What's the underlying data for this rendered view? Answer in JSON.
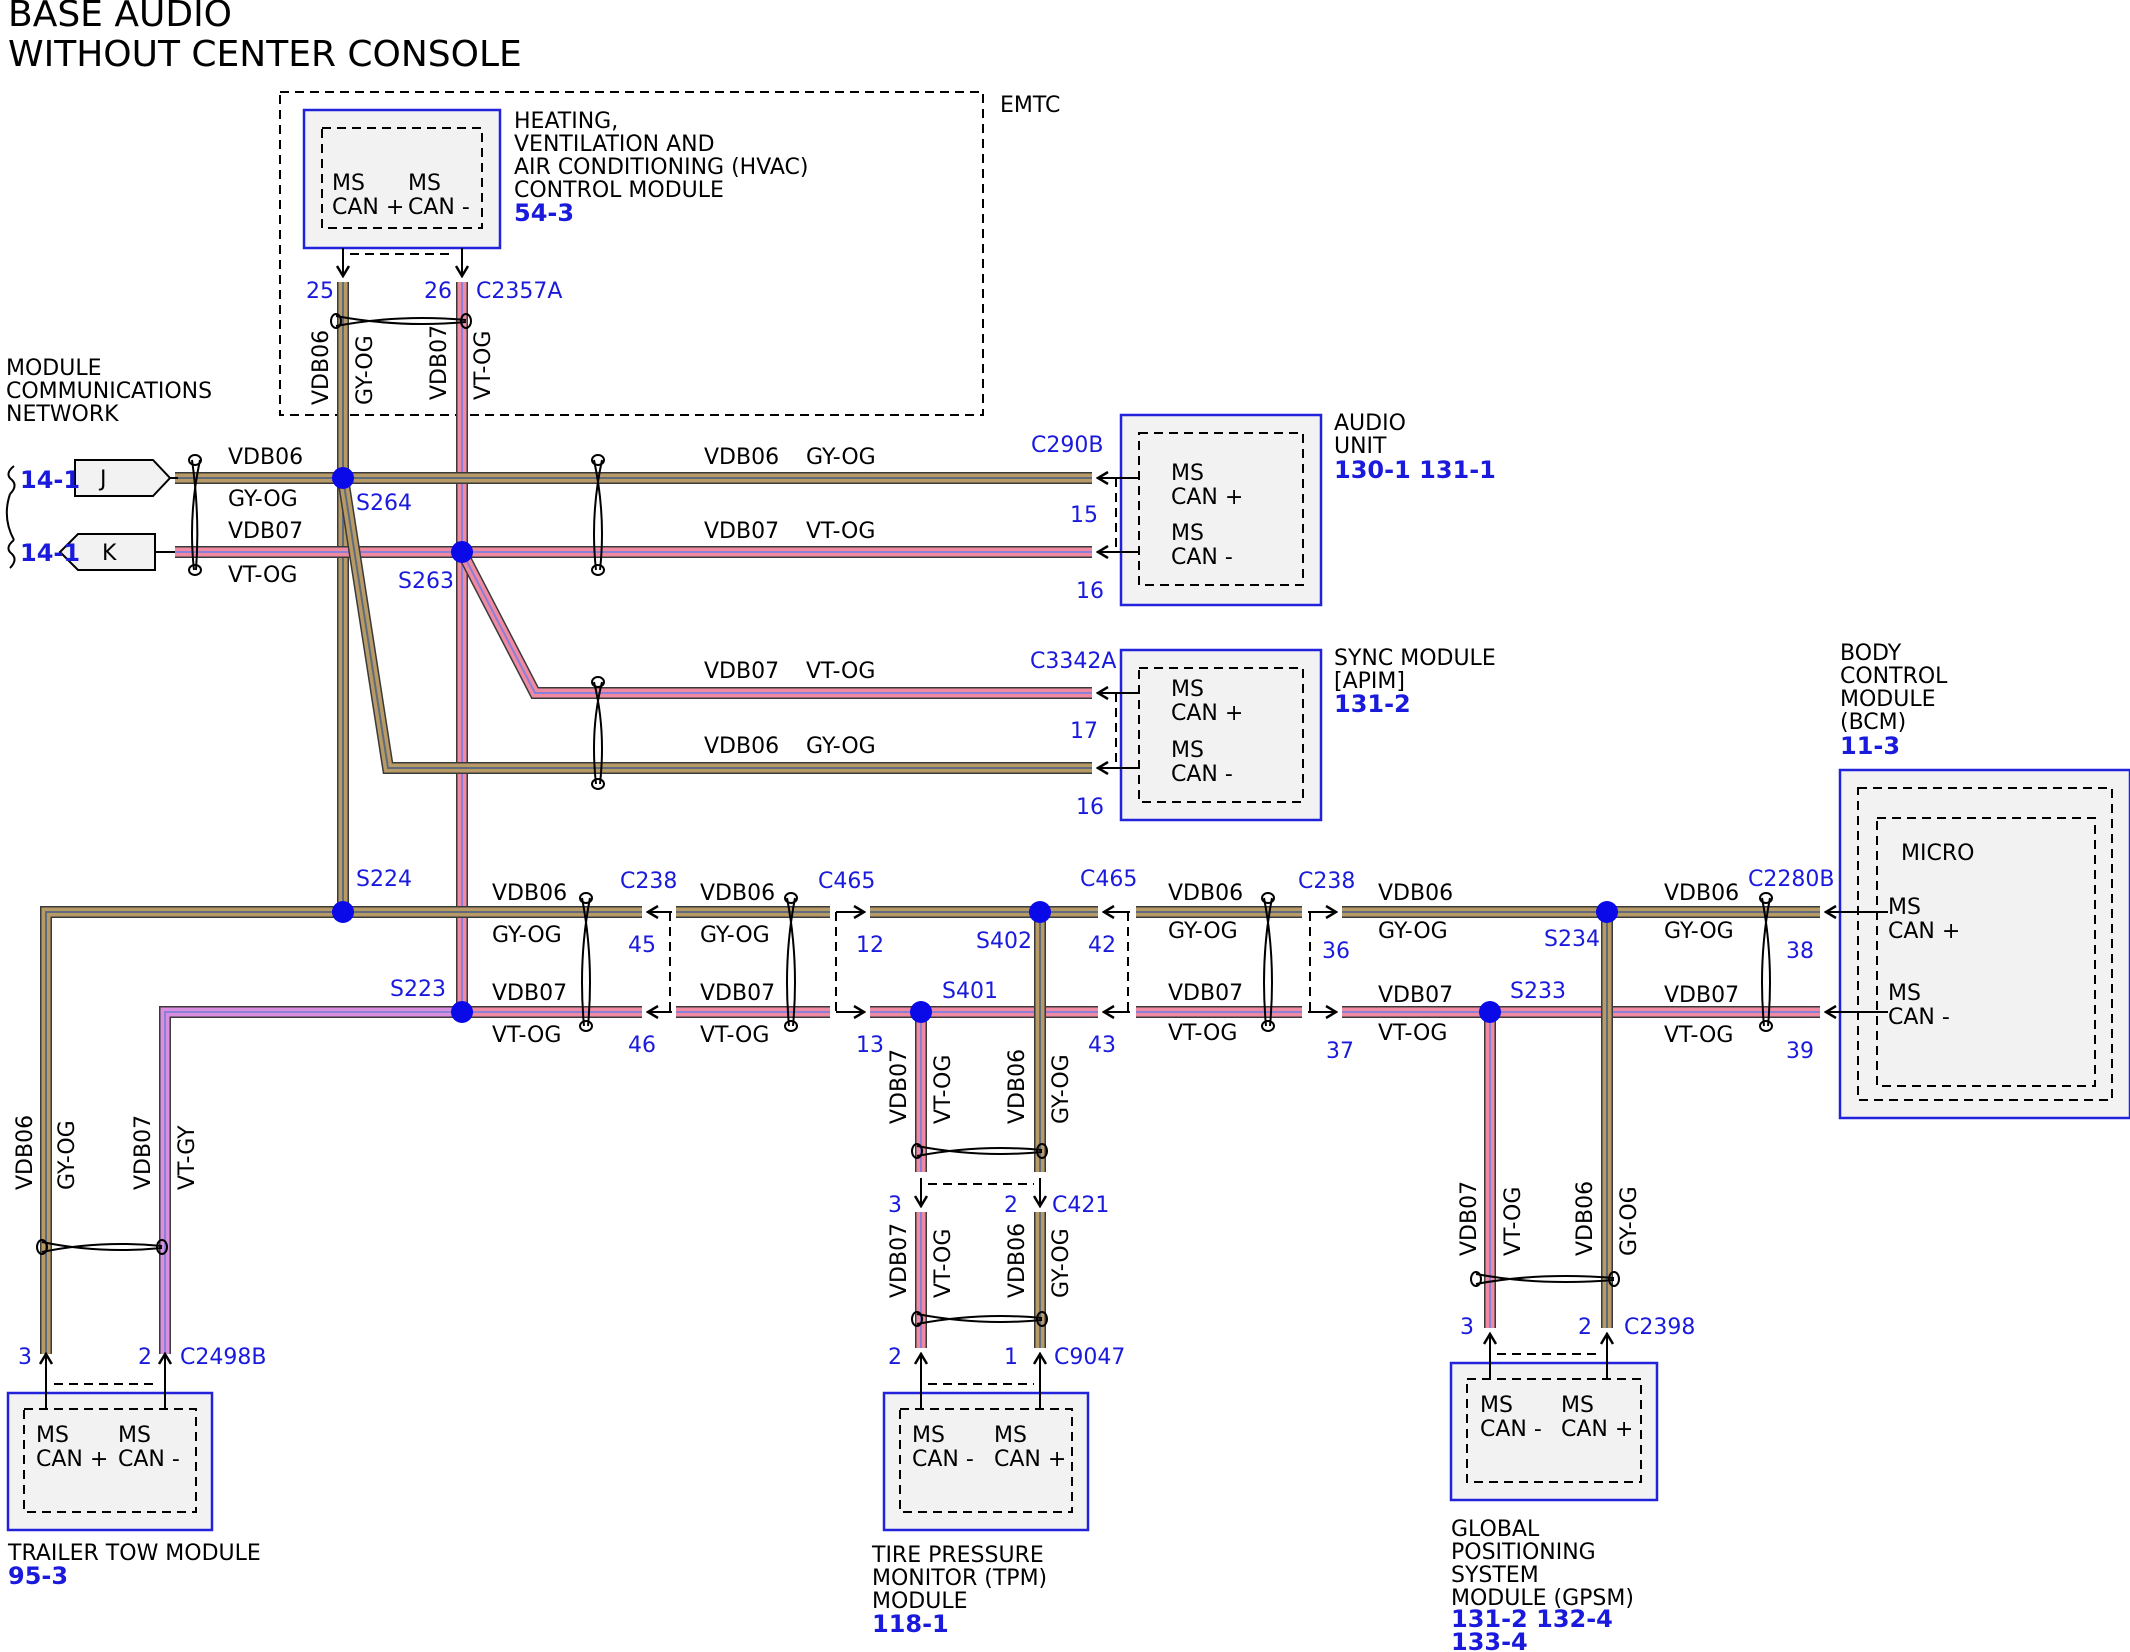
{
  "title_lines": [
    "BASE AUDIO",
    "WITHOUT CENTER CONSOLE"
  ],
  "colors": {
    "gy_og_base": "#b79a66",
    "gy_og_core": "#5f6b7a",
    "vt_og_base": "#f08aa2",
    "vt_og_core": "#8c7fd8",
    "vt_gy_base": "#d98ee0",
    "module_border": "#2222dd",
    "splice_dot": "#0a0ae8",
    "ref_text": "#1a1adc"
  },
  "emtc_label": "EMTC",
  "network": {
    "label_lines": [
      "MODULE",
      "COMMUNICATIONS",
      "NETWORK"
    ],
    "ref_j": "14-1",
    "ref_k": "14-1",
    "pin_j": "J",
    "pin_k": "K"
  },
  "modules": {
    "hvac": {
      "name_lines": [
        "HEATING,",
        "VENTILATION AND",
        "AIR CONDITIONING (HVAC)",
        "CONTROL MODULE"
      ],
      "ref": "54-3",
      "pins": [
        [
          "MS",
          "CAN +"
        ],
        [
          "MS",
          "CAN -"
        ]
      ],
      "connector": "C2357A",
      "pin_nums": [
        "25",
        "26"
      ]
    },
    "audio": {
      "name_lines": [
        "AUDIO",
        "UNIT"
      ],
      "ref": "130-1 131-1",
      "pins": [
        [
          "MS",
          "CAN +"
        ],
        [
          "MS",
          "CAN -"
        ]
      ],
      "connector": "C290B",
      "pin_nums": [
        "15",
        "16"
      ]
    },
    "sync": {
      "name_lines": [
        "SYNC MODULE",
        "[APIM]"
      ],
      "ref": "131-2",
      "pins": [
        [
          "MS",
          "CAN +"
        ],
        [
          "MS",
          "CAN -"
        ]
      ],
      "connector": "C3342A",
      "pin_nums": [
        "17",
        "16"
      ]
    },
    "bcm": {
      "name_lines": [
        "BODY",
        "CONTROL",
        "MODULE",
        "(BCM)"
      ],
      "ref": "11-3",
      "micro": "MICRO",
      "pins": [
        [
          "MS",
          "CAN +"
        ],
        [
          "MS",
          "CAN -"
        ]
      ],
      "connector": "C2280B",
      "pin_nums": [
        "38",
        "39"
      ]
    },
    "trailer": {
      "name_lines": [
        "TRAILER TOW MODULE"
      ],
      "ref": "95-3",
      "pins": [
        [
          "MS",
          "CAN +"
        ],
        [
          "MS",
          "CAN -"
        ]
      ],
      "connector": "C2498B",
      "pin_nums": [
        "3",
        "2"
      ]
    },
    "tpm": {
      "name_lines": [
        "TIRE PRESSURE",
        "MONITOR (TPM)",
        "MODULE"
      ],
      "ref": "118-1",
      "pins": [
        [
          "MS",
          "CAN -"
        ],
        [
          "MS",
          "CAN +"
        ]
      ],
      "connector_upper": "C421",
      "pin_nums_upper": [
        "3",
        "2"
      ],
      "connector": "C9047",
      "pin_nums": [
        "2",
        "1"
      ]
    },
    "gpsm": {
      "name_lines": [
        "GLOBAL",
        "POSITIONING",
        "SYSTEM",
        "MODULE (GPSM)"
      ],
      "ref_lines": [
        "131-2 132-4",
        "133-4"
      ],
      "pins": [
        [
          "MS",
          "CAN -"
        ],
        [
          "MS",
          "CAN +"
        ]
      ],
      "connector": "C2398",
      "pin_nums": [
        "3",
        "2"
      ]
    }
  },
  "wires": {
    "vdb06": "VDB06",
    "vdb07": "VDB07",
    "gy_og": "GY-OG",
    "vt_og": "VT-OG",
    "vt_gy": "VT-GY"
  },
  "splices": [
    "S264",
    "S263",
    "S224",
    "S223",
    "S402",
    "S401",
    "S234",
    "S233"
  ],
  "inline_connectors": {
    "c238_left": {
      "name": "C238",
      "pins": [
        "45",
        "46"
      ]
    },
    "c465_left": {
      "name": "C465",
      "pins": [
        "12",
        "13"
      ]
    },
    "c465_right": {
      "name": "C465",
      "pins": [
        "42",
        "43"
      ]
    },
    "c238_right": {
      "name": "C238",
      "pins": [
        "36",
        "37"
      ]
    }
  }
}
